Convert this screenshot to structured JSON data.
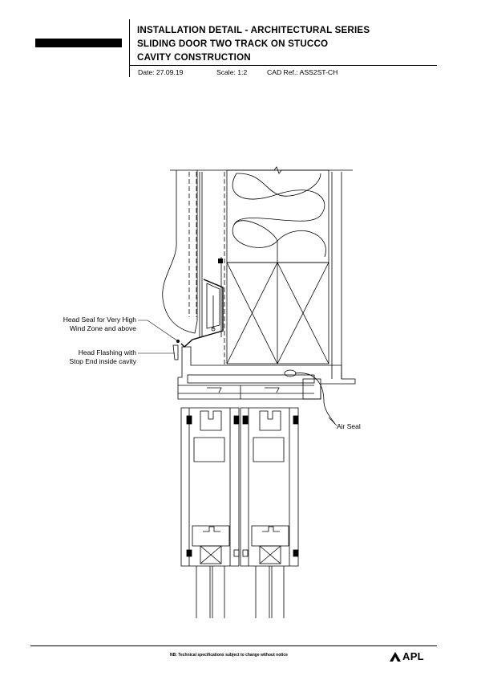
{
  "header": {
    "title_line1": "INSTALLATION DETAIL - ARCHITECTURAL SERIES",
    "title_line2": "SLIDING DOOR TWO TRACK ON STUCCO",
    "title_line3": "CAVITY CONSTRUCTION",
    "date": "Date: 27.09.19",
    "scale": "Scale: 1:2",
    "cad_ref": "CAD Ref.: ASS2ST-CH"
  },
  "callouts": {
    "head_seal_line1": "Head Seal for Very High",
    "head_seal_line2": "Wind Zone and above",
    "head_flashing_line1": "Head Flashing with",
    "head_flashing_line2": "Stop End inside cavity",
    "air_seal": "Air Seal"
  },
  "footer": {
    "note": "NB: Technical specifications subject to change without notice",
    "logo_text": "APL"
  },
  "icons": {
    "logo": "apl-logo-icon"
  }
}
